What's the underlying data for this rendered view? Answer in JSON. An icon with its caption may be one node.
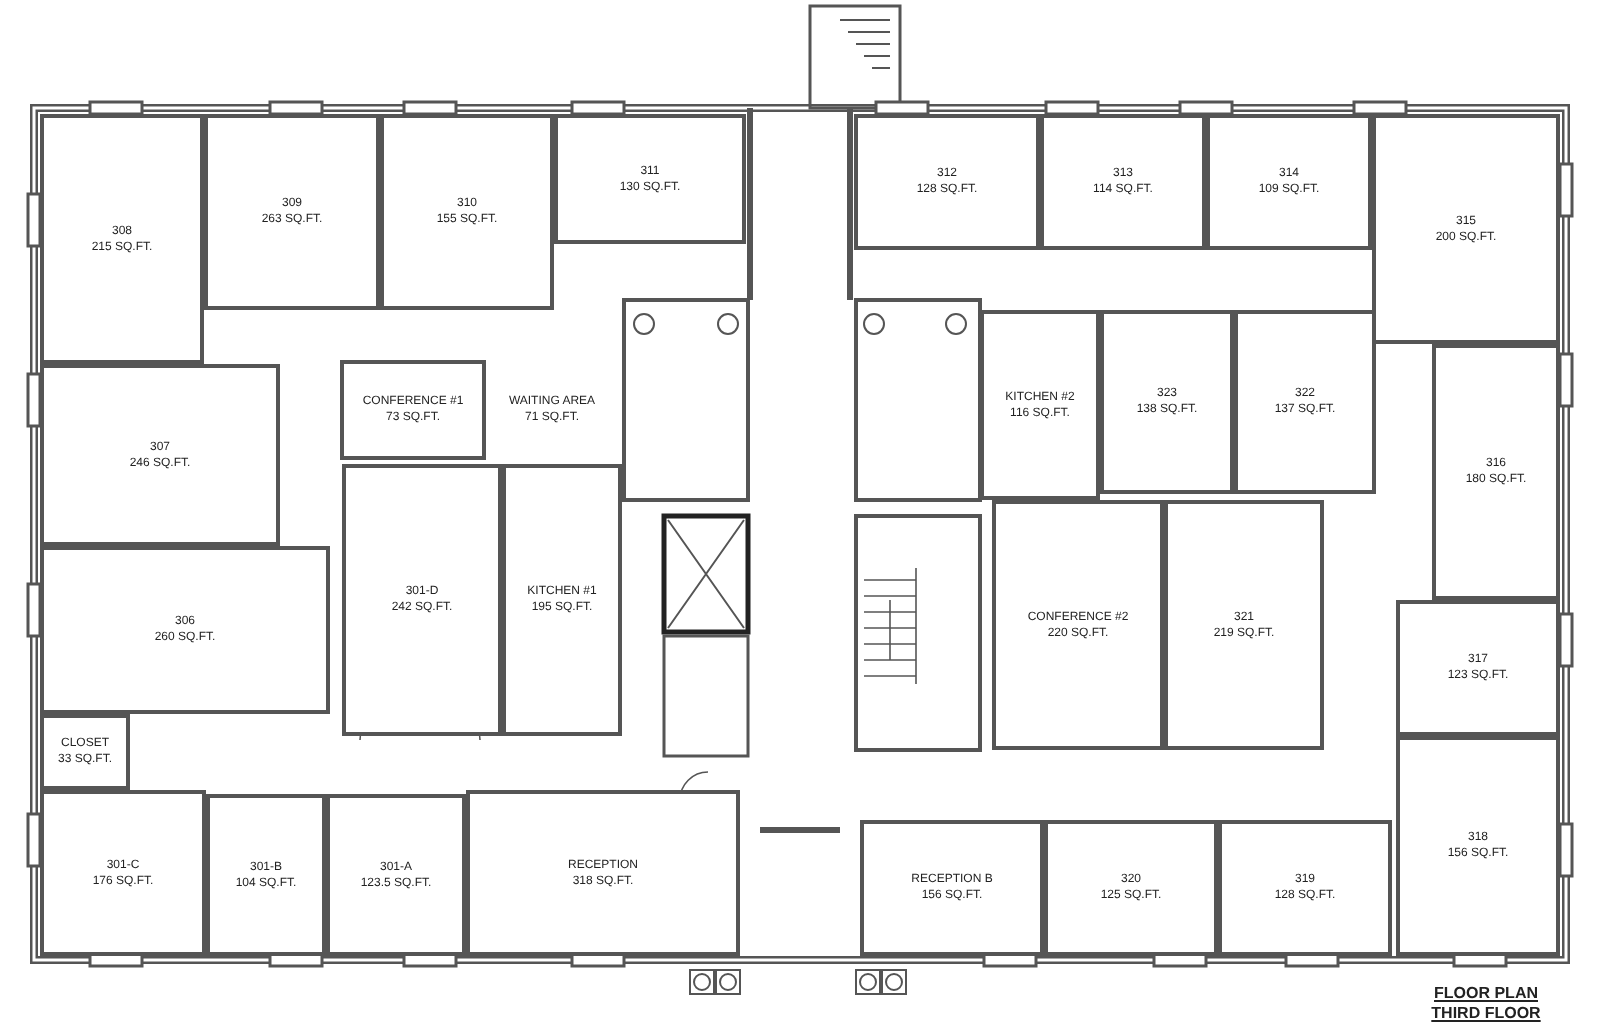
{
  "diagram": {
    "title": "FLOOR PLAN THIRD FLOOR",
    "nodes": [
      {
        "text": [
          "308",
          "215 SQ.FT."
        ]
      },
      {
        "text": [
          "309",
          "263 SQ.FT."
        ]
      },
      {
        "text": [
          "310",
          "155 SQ.FT."
        ]
      },
      {
        "text": [
          "311",
          "130 SQ.FT."
        ]
      },
      {
        "text": [
          "307",
          "246 SQ.FT."
        ]
      },
      {
        "text": [
          "CONFERENCE #1",
          "73 SQ.FT."
        ]
      },
      {
        "text": [
          "WAITING AREA",
          "71 SQ.FT."
        ]
      },
      {
        "text": [
          "306",
          "260 SQ.FT."
        ]
      },
      {
        "text": [
          "301-D",
          "242 SQ.FT."
        ]
      },
      {
        "text": [
          "KITCHEN #1",
          "195 SQ.FT."
        ]
      },
      {
        "text": [
          "CLOSET",
          "33 SQ.FT."
        ]
      },
      {
        "text": [
          "301-C",
          "176 SQ.FT."
        ]
      },
      {
        "text": [
          "301-B",
          "104 SQ.FT."
        ]
      },
      {
        "text": [
          "301-A",
          "123.5 SQ.FT."
        ]
      },
      {
        "text": [
          "RECEPTION",
          "318 SQ.FT."
        ]
      },
      {
        "text": [
          "312",
          "128 SQ.FT."
        ]
      },
      {
        "text": [
          "313",
          "114 SQ.FT."
        ]
      },
      {
        "text": [
          "314",
          "109 SQ.FT."
        ]
      },
      {
        "text": [
          "315",
          "200 SQ.FT."
        ]
      },
      {
        "text": [
          "KITCHEN #2",
          "116 SQ.FT."
        ]
      },
      {
        "text": [
          "323",
          "138 SQ.FT."
        ]
      },
      {
        "text": [
          "322",
          "137 SQ.FT."
        ]
      },
      {
        "text": [
          "316",
          "180 SQ.FT."
        ]
      },
      {
        "text": [
          "CONFERENCE #2",
          "220 SQ.FT."
        ]
      },
      {
        "text": [
          "321",
          "219 SQ.FT."
        ]
      },
      {
        "text": [
          "317",
          "123 SQ.FT."
        ]
      },
      {
        "text": [
          "318",
          "156 SQ.FT."
        ]
      },
      {
        "text": [
          "RECEPTION B",
          "156 SQ.FT."
        ]
      },
      {
        "text": [
          "320",
          "125 SQ.FT."
        ]
      },
      {
        "text": [
          "319",
          "128 SQ.FT."
        ]
      }
    ]
  }
}
